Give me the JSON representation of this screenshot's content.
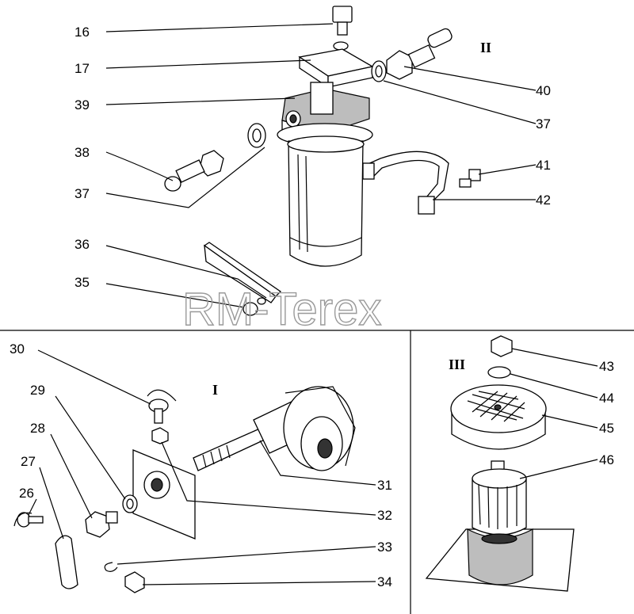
{
  "watermark": "RM-Terex",
  "sections": [
    {
      "id": "section-II",
      "label": "II"
    },
    {
      "id": "section-I",
      "label": "I"
    },
    {
      "id": "section-III",
      "label": "III"
    }
  ],
  "callouts": [
    "16",
    "17",
    "39",
    "38",
    "37",
    "36",
    "35",
    "40",
    "37",
    "41",
    "42",
    "30",
    "29",
    "28",
    "27",
    "26",
    "31",
    "32",
    "33",
    "34",
    "43",
    "44",
    "45",
    "46"
  ]
}
